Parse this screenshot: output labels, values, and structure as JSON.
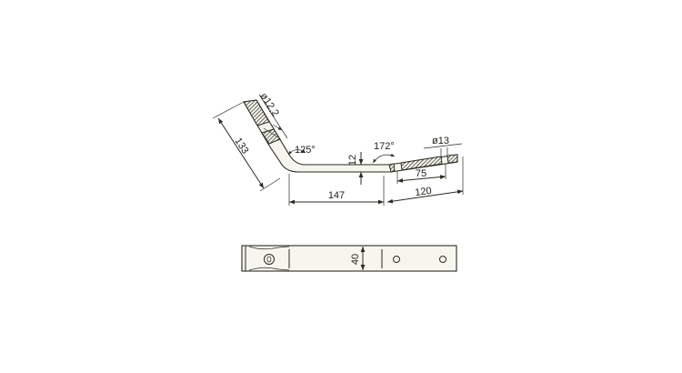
{
  "drawing": {
    "side_view": {
      "dim_length_arm": "133",
      "dim_diameter_arm": "ø12,2",
      "dim_angle_bend_1": "125°",
      "dim_angle_bend_2": "172°",
      "dim_thickness": "12",
      "dim_length_middle": "147",
      "dim_hole_diameter": "ø13",
      "dim_hole_spacing": "75",
      "dim_length_end": "120"
    },
    "top_view": {
      "dim_width": "40"
    }
  },
  "colors": {
    "line": "#2b2a22",
    "fill": "#f7f6ee"
  }
}
